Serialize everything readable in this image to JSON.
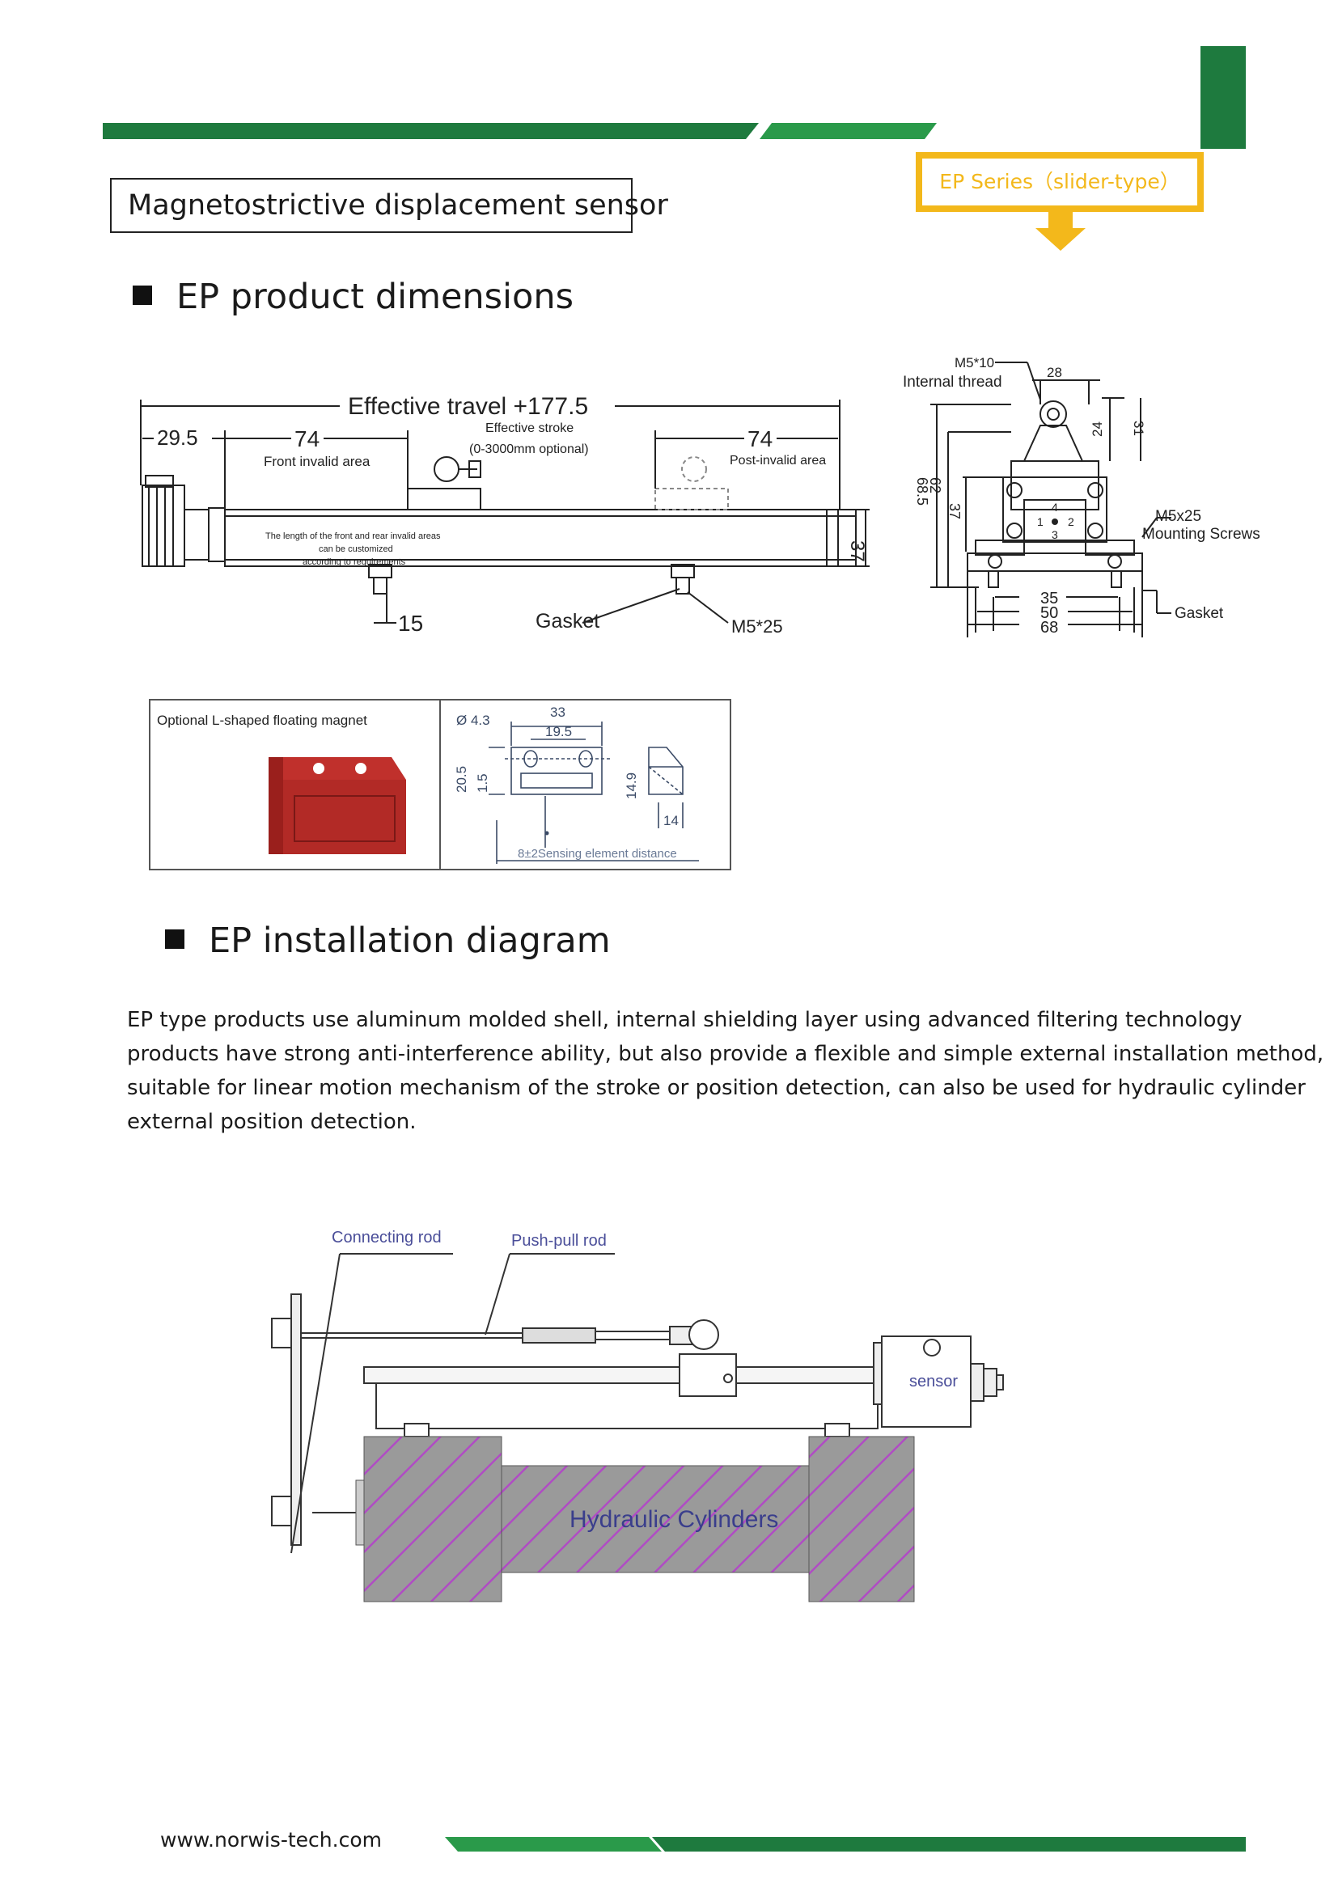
{
  "header": {
    "doc_title": "Magnetostrictive displacement sensor",
    "series_tag": "EP Series（slider-type）",
    "accent_green": "#1e7a3e",
    "accent_yellow": "#f3b81b"
  },
  "dimensions_section": {
    "heading": "EP product dimensions",
    "main_drawing": {
      "effective_travel": "Effective travel +177.5",
      "effective_stroke": "Effective stroke",
      "stroke_optional": "(0-3000mm optional)",
      "dim_left": "29.5",
      "dim_front": "74",
      "front_invalid": "Front invalid area",
      "dim_post": "74",
      "post_invalid": "Post-invalid area",
      "note_line1": "The length of the front and rear invalid areas",
      "note_line2": "can be customized",
      "note_line3": "according to requirements",
      "dim_height": "37",
      "dim_15": "15",
      "gasket": "Gasket",
      "m5_25": "M5*25"
    },
    "end_view": {
      "m5_10": "M5*10",
      "internal_thread": "Internal thread",
      "dim_28": "28",
      "dim_24": "24",
      "dim_31": "31",
      "dim_68_5": "68.5",
      "dim_62": "62",
      "dim_37": "37",
      "m5x25": "M5x25",
      "mounting_screws": "Mounting Screws",
      "pin1": "1",
      "pin2": "2",
      "pin3": "3",
      "pin4": "4",
      "dim_35": "35",
      "dim_50": "50",
      "dim_68": "68",
      "gasket": "Gasket"
    },
    "magnet": {
      "caption": "Optional L-shaped floating magnet",
      "hole": "Ø 4.3",
      "dim_33": "33",
      "dim_19_5": "19.5",
      "dim_20_5": "20.5",
      "dim_1_5": "1.5",
      "dim_14_9": "14.9",
      "dim_14": "14",
      "sensing": "8±2Sensing element distance"
    }
  },
  "installation_section": {
    "heading": "EP installation diagram",
    "paragraph_lines": [
      "EP type products use aluminum molded shell, internal shielding layer using advanced filtering technology",
      "products have strong anti-interference ability, but also provide a flexible and simple external installation method,",
      "suitable for linear motion mechanism of the stroke or position detection, can also be used for hydraulic cylinder",
      "external position detection."
    ],
    "diagram": {
      "connecting_rod": "Connecting rod",
      "push_pull_rod": "Push-pull rod",
      "sensor": "sensor",
      "hydraulic": "Hydraulic Cylinders"
    }
  },
  "footer": {
    "url": "www.norwis-tech.com"
  }
}
